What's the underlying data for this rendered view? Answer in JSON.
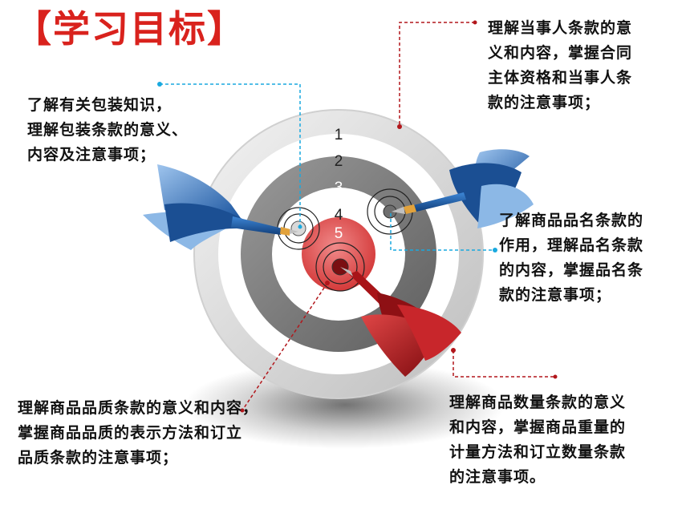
{
  "title": "【学习目标】",
  "rings": [
    "1",
    "2",
    "3",
    "4",
    "5"
  ],
  "colors": {
    "title": "#d9221d",
    "blue": "#1e5fa8",
    "red": "#b2161b",
    "cyan": "#19a9df"
  },
  "notes": {
    "packaging": [
      "了解有关包装知识，",
      "理解包装条款的意义、",
      "内容及注意事项；"
    ],
    "parties": [
      "理解当事人条款的意",
      "义和内容，掌握合同",
      "主体资格和当事人条",
      "款的注意事项；"
    ],
    "name": [
      "了解商品品名条款的",
      "作用，理解品名条款",
      "的内容，掌握品名条",
      "款的注意事项；"
    ],
    "quality": [
      "理解商品品质条款的意义和内容，",
      "掌握商品品质的表示方法和订立",
      "品质条款的注意事项；"
    ],
    "quantity": [
      "理解商品数量条款的意义",
      "和内容，掌握商品重量的",
      "计量方法和订立数量条款",
      "的注意事项。"
    ]
  }
}
